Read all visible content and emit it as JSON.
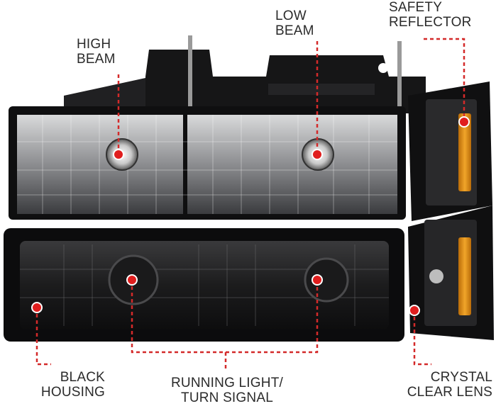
{
  "callouts": {
    "high_beam": {
      "line1": "HIGH",
      "line2": "BEAM"
    },
    "low_beam": {
      "line1": "LOW",
      "line2": "BEAM"
    },
    "safety_reflector": {
      "line1": "SAFETY",
      "line2": "REFLECTOR"
    },
    "black_housing": {
      "line1": "BLACK",
      "line2": "HOUSING"
    },
    "running_light": {
      "line1": "RUNNING LIGHT/",
      "line2": "TURN SIGNAL"
    },
    "crystal_clear_lens": {
      "line1": "CRYSTAL",
      "line2": "CLEAR LENS"
    }
  },
  "colors": {
    "callout_line": "#d42a2a",
    "marker": "#e01e1e",
    "label_text": "#2b2b2b",
    "housing": "#141414",
    "amber_reflector": "#e08a12"
  }
}
